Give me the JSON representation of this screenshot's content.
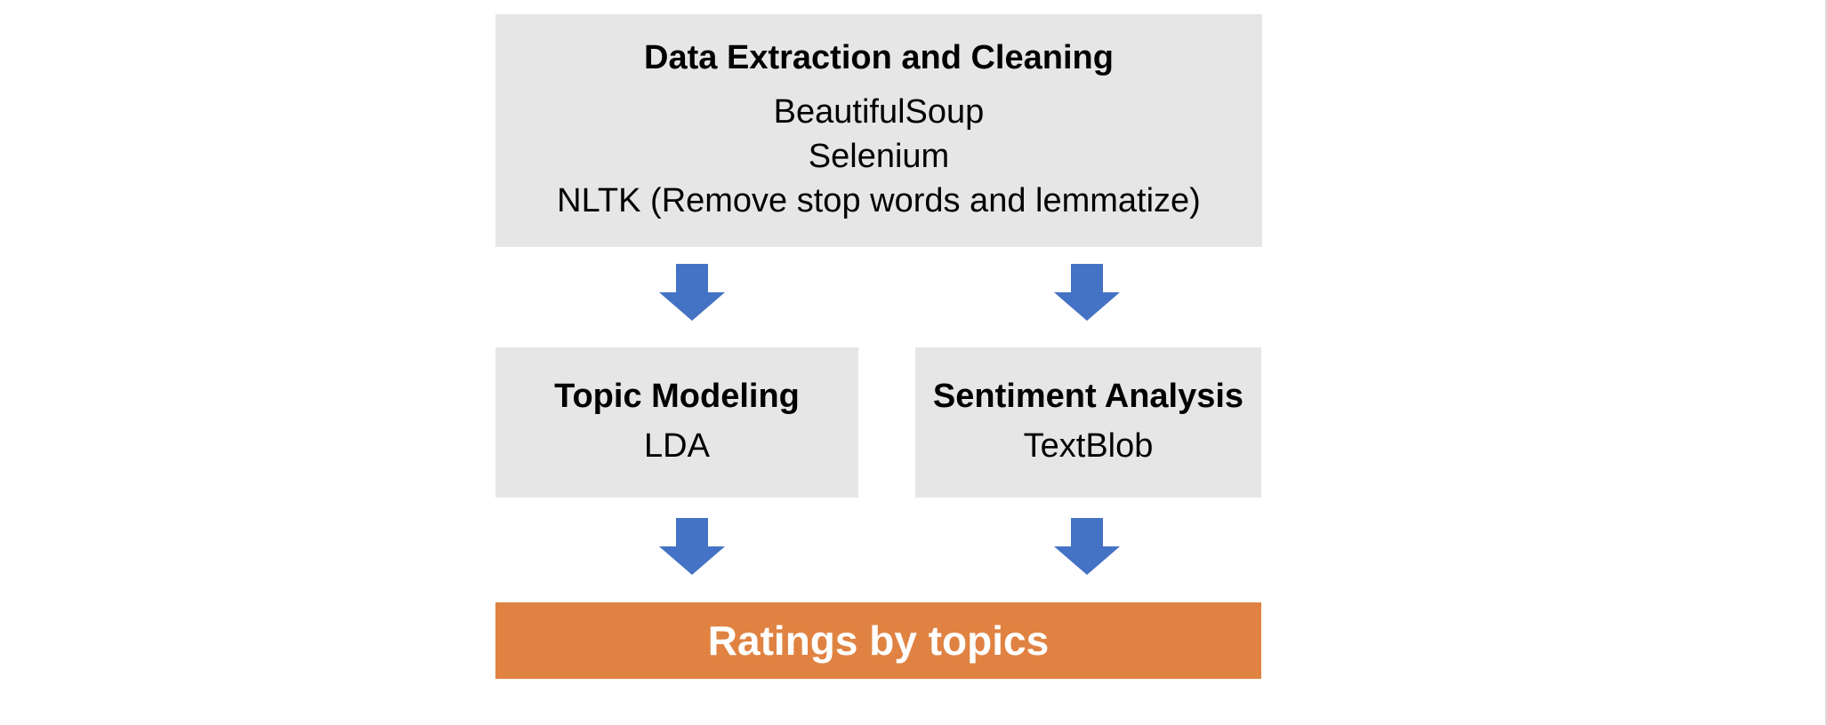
{
  "colors": {
    "box_fill": "#e6e6e6",
    "arrow": "#4472c4",
    "result_fill": "#e08242",
    "result_text": "#ffffff"
  },
  "extraction": {
    "title": "Data Extraction and Cleaning",
    "items": [
      "BeautifulSoup",
      "Selenium",
      "NLTK (Remove stop words and lemmatize)"
    ]
  },
  "topic": {
    "title": "Topic Modeling",
    "item": "LDA"
  },
  "sentiment": {
    "title": "Sentiment Analysis",
    "item": "TextBlob"
  },
  "result": {
    "title": "Ratings by topics"
  },
  "icons": {
    "arrow": "arrow-down-icon"
  }
}
